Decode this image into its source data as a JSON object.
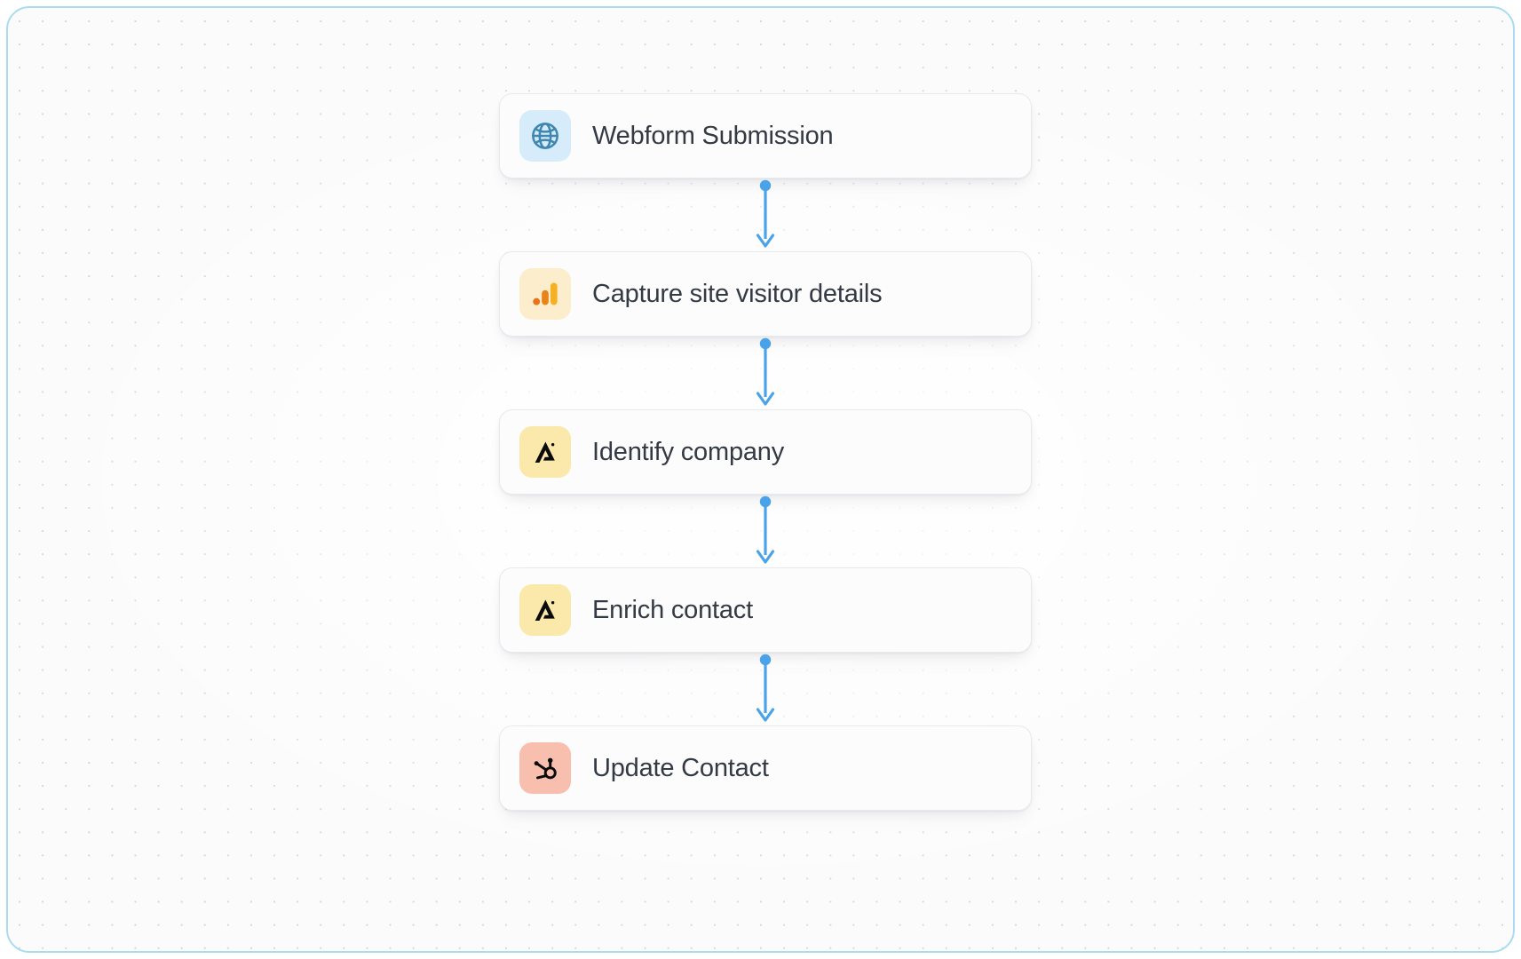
{
  "canvas": {
    "frame_border_color": "#a9dcef",
    "background_color": "#fbfbfc",
    "dot_grid_color": "#d3d7de",
    "connector_color": "#4aa3e8"
  },
  "flow": {
    "nodes": [
      {
        "id": "webform-submission",
        "label": "Webform Submission",
        "icon": "globe-icon",
        "icon_tile_color": "#d6ecfa",
        "icon_color": "#3f87b0"
      },
      {
        "id": "capture-site-visitor-details",
        "label": "Capture site visitor details",
        "icon": "google-analytics-icon",
        "icon_tile_color": "#fcedcd",
        "icon_color": "#f0a01e"
      },
      {
        "id": "identify-company",
        "label": "Identify company",
        "icon": "apollo-icon",
        "icon_tile_color": "#fae9ab",
        "icon_color": "#0b0b0b"
      },
      {
        "id": "enrich-contact",
        "label": "Enrich contact",
        "icon": "apollo-icon",
        "icon_tile_color": "#fae9ab",
        "icon_color": "#0b0b0b"
      },
      {
        "id": "update-contact",
        "label": "Update Contact",
        "icon": "hubspot-icon",
        "icon_tile_color": "#f9bfae",
        "icon_color": "#0b0b0b"
      }
    ],
    "connectors": [
      {
        "from": "webform-submission",
        "to": "capture-site-visitor-details"
      },
      {
        "from": "capture-site-visitor-details",
        "to": "identify-company"
      },
      {
        "from": "identify-company",
        "to": "enrich-contact"
      },
      {
        "from": "enrich-contact",
        "to": "update-contact"
      }
    ]
  }
}
